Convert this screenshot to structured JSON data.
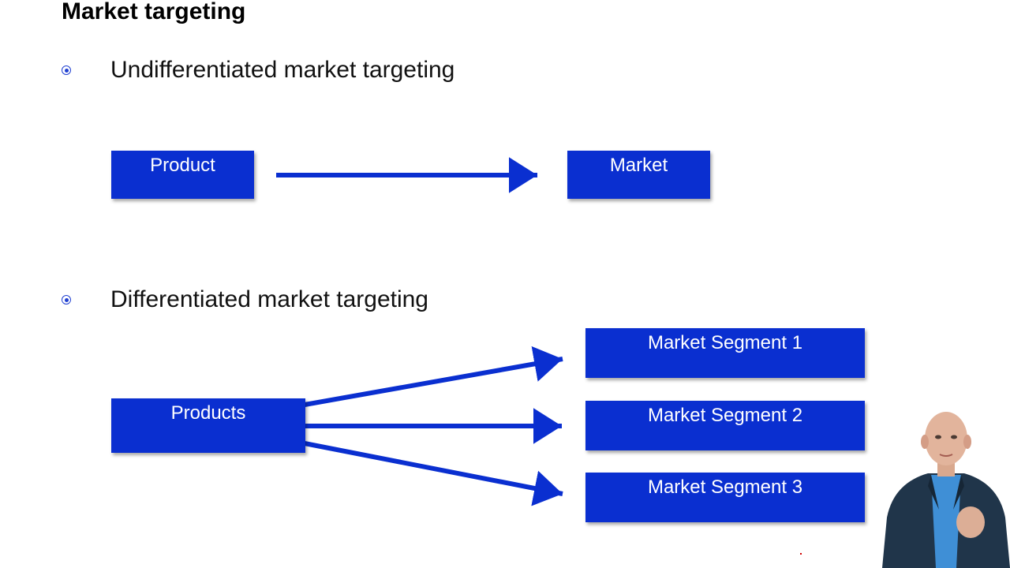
{
  "slide": {
    "title": "Market targeting"
  },
  "bullets": [
    {
      "text": "Undifferentiated market targeting"
    },
    {
      "text": "Differentiated market targeting"
    }
  ],
  "diagram_undifferentiated": {
    "source": "Product",
    "target": "Market"
  },
  "diagram_differentiated": {
    "source": "Products",
    "targets": [
      "Market Segment 1",
      "Market Segment 2",
      "Market Segment 3"
    ]
  },
  "colors": {
    "box_fill": "#0a2fd0",
    "arrow": "#0a2fd0",
    "bullet": "#1f3fd1"
  }
}
